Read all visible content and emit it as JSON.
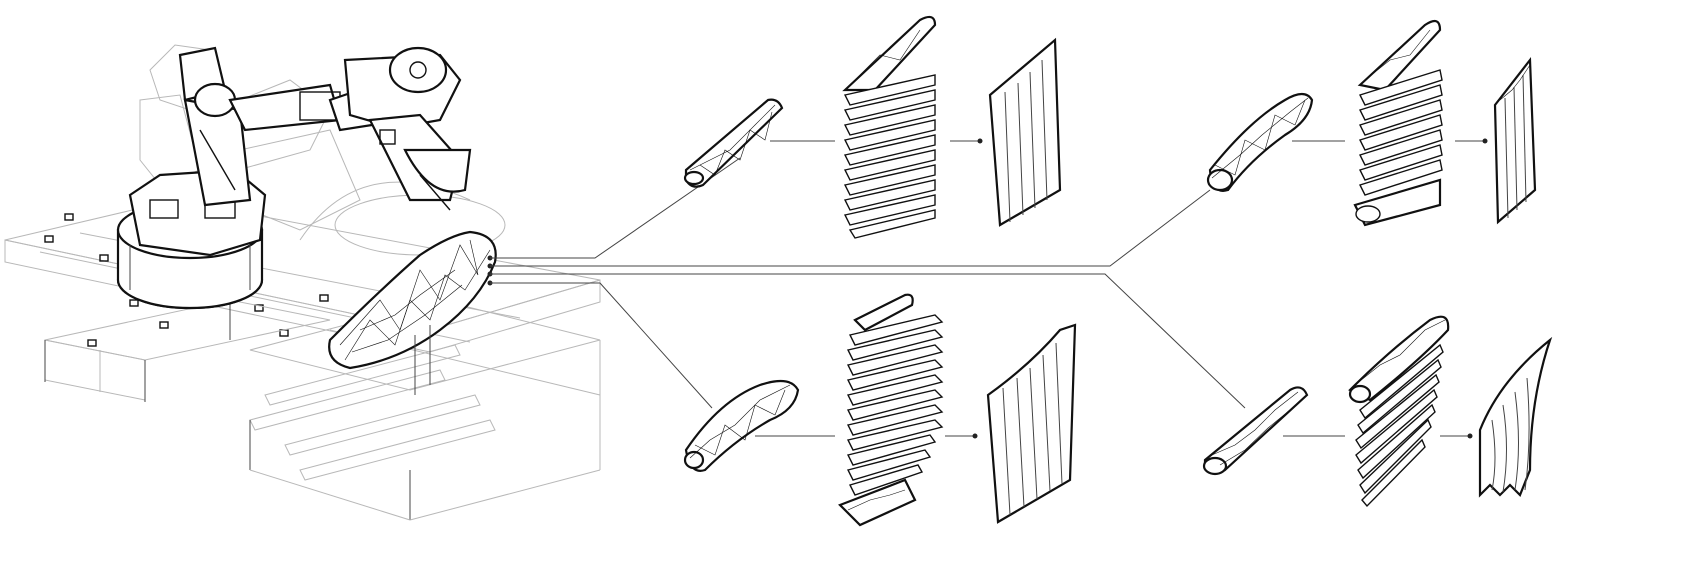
{
  "diagram": {
    "nodes": [
      {
        "id": "robot-cell",
        "kind": "robotic-arm-with-gantry-and-curved-log"
      },
      {
        "id": "branch-1",
        "kind": "log-to-slices-to-panel"
      },
      {
        "id": "branch-2",
        "kind": "curved-log-to-slices-to-panel"
      },
      {
        "id": "branch-3",
        "kind": "log-to-slices-to-panel"
      },
      {
        "id": "branch-4",
        "kind": "log-to-slices-to-curved-panel"
      }
    ],
    "edges": [
      {
        "from": "robot-cell",
        "to": "branch-1"
      },
      {
        "from": "robot-cell",
        "to": "branch-2"
      },
      {
        "from": "robot-cell",
        "to": "branch-3"
      },
      {
        "from": "robot-cell",
        "to": "branch-4"
      }
    ],
    "line_color": "#444444",
    "ink_color": "#111111",
    "ghost_color": "#b8b8b8"
  }
}
